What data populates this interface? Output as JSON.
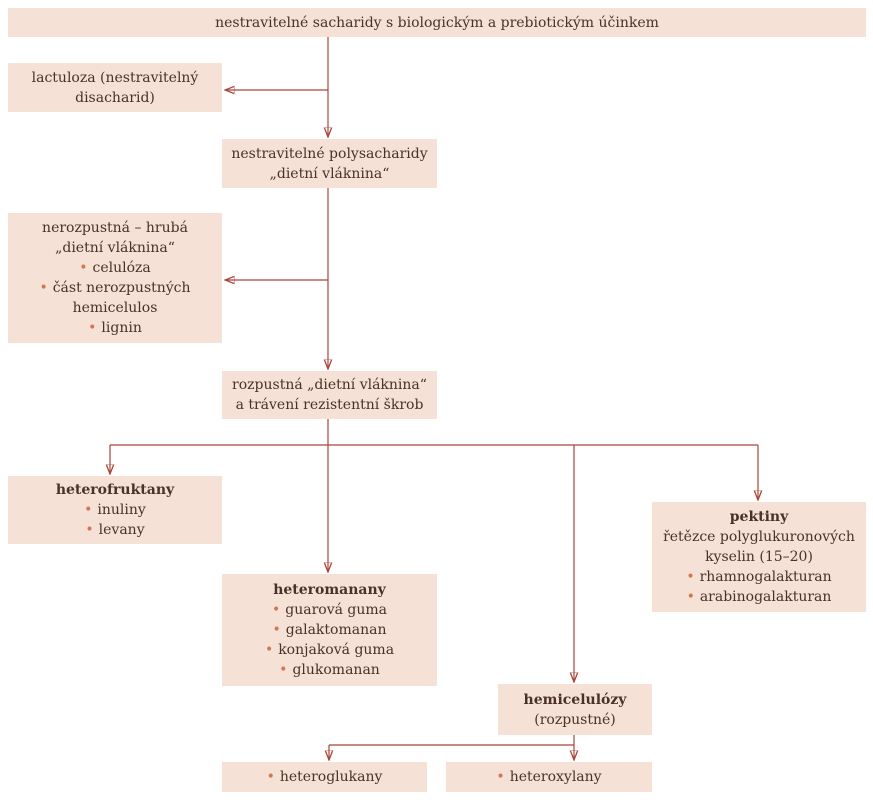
{
  "nodes": {
    "root": {
      "title": "nestravitelné sacharidy s biologickým a prebiotickým účinkem"
    },
    "lactuloza": {
      "lines": [
        "lactuloza (nestravitelný",
        "disacharid)"
      ]
    },
    "polysacharidy": {
      "lines": [
        "nestravitelné polysacharidy",
        "„dietní vláknina“"
      ]
    },
    "nerozpustna": {
      "lines": [
        "nerozpustná – hrubá",
        "„dietní vláknina“"
      ],
      "items": [
        "celulóza",
        "část nerozpustných",
        "hemicelulos",
        "lignin"
      ]
    },
    "rozpustna": {
      "lines": [
        "rozpustná „dietní vláknina“",
        "a trávení rezistentní škrob"
      ]
    },
    "heterofruktany": {
      "title": "heterofruktany",
      "items": [
        "inuliny",
        "levany"
      ]
    },
    "heteromanany": {
      "title": "heteromanany",
      "items": [
        "guarová guma",
        "galaktomanan",
        "konjaková guma",
        "glukomanan"
      ]
    },
    "pektiny": {
      "title": "pektiny",
      "lines": [
        "řetězce polyglukuronových",
        "kyselin (15–20)"
      ],
      "items": [
        "rhamnogalakturan",
        "arabinogalakturan"
      ]
    },
    "hemicelulozy": {
      "title": "hemicelulózy",
      "subtitle": "(rozpustné)"
    },
    "heteroglukany": {
      "items": [
        "heteroglukany"
      ]
    },
    "heteroxylany": {
      "items": [
        "heteroxylany"
      ]
    }
  },
  "colors": {
    "box": "#f5e1d5",
    "line": "#a9453a",
    "bullet": "#d2764f",
    "text": "#4a3228"
  }
}
